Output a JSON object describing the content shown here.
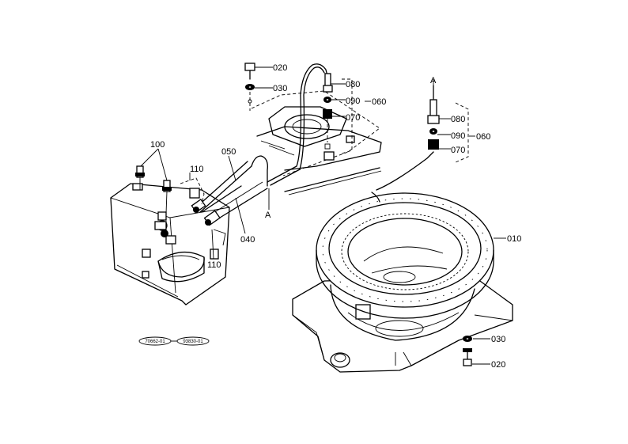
{
  "labels": {
    "p020_top": "020",
    "p030_top": "030",
    "p080_top": "080",
    "p090_top": "090",
    "p060_top": "060",
    "p070_top": "070",
    "pA_top": "A",
    "p080_right": "080",
    "p090_right": "090",
    "p060_right": "060",
    "p070_right": "070",
    "p100": "100",
    "p050": "050",
    "p110_top": "110",
    "pA_mid": "A",
    "p040": "040",
    "p110_bot": "110",
    "p010": "010",
    "p030_bot": "030",
    "p020_bot": "020"
  },
  "refs": {
    "ref1": "70662-01",
    "ref2": "93830-01"
  }
}
